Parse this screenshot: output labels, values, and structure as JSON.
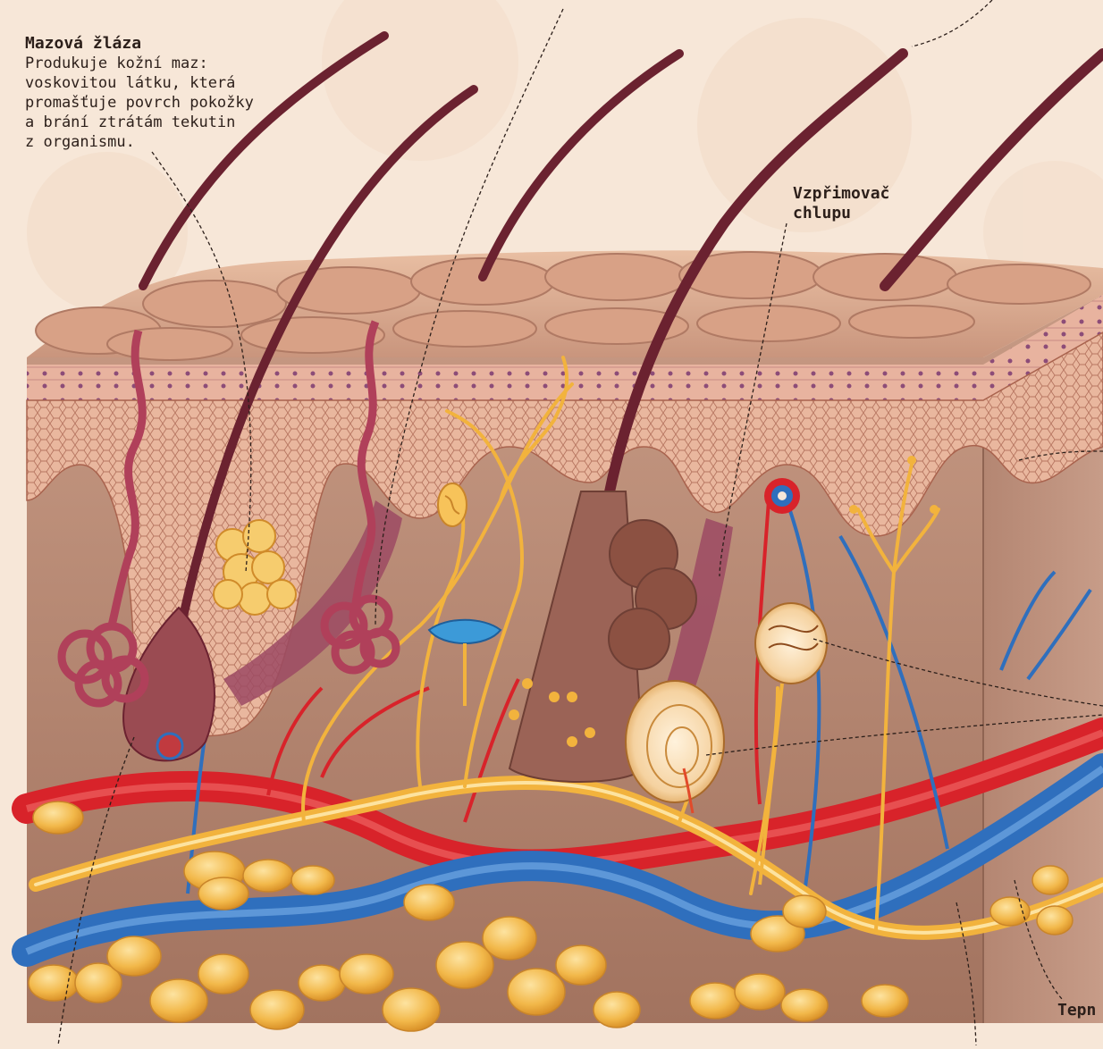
{
  "labels": {
    "sebaceous_gland": {
      "title": "Mazová žláza",
      "text": "Produkuje kožní maz:\nvoskovitou látku, která\npromašťuje povrch pokožky\na brání ztrátám tekutin\nz organismu."
    },
    "arrector_pili": "Vzpřimovač\nchlupu",
    "artery_partial": "Tepn"
  },
  "colors": {
    "background": "#f7e7d8",
    "epidermis": "#e8b79c",
    "dermis": "#b98b76",
    "artery": "#d8232a",
    "vein": "#2f6fbd",
    "nerve": "#f2b33d",
    "fat": "#f2b84a",
    "hair": "#6b2230",
    "sweat_gland": "#b0405a"
  }
}
